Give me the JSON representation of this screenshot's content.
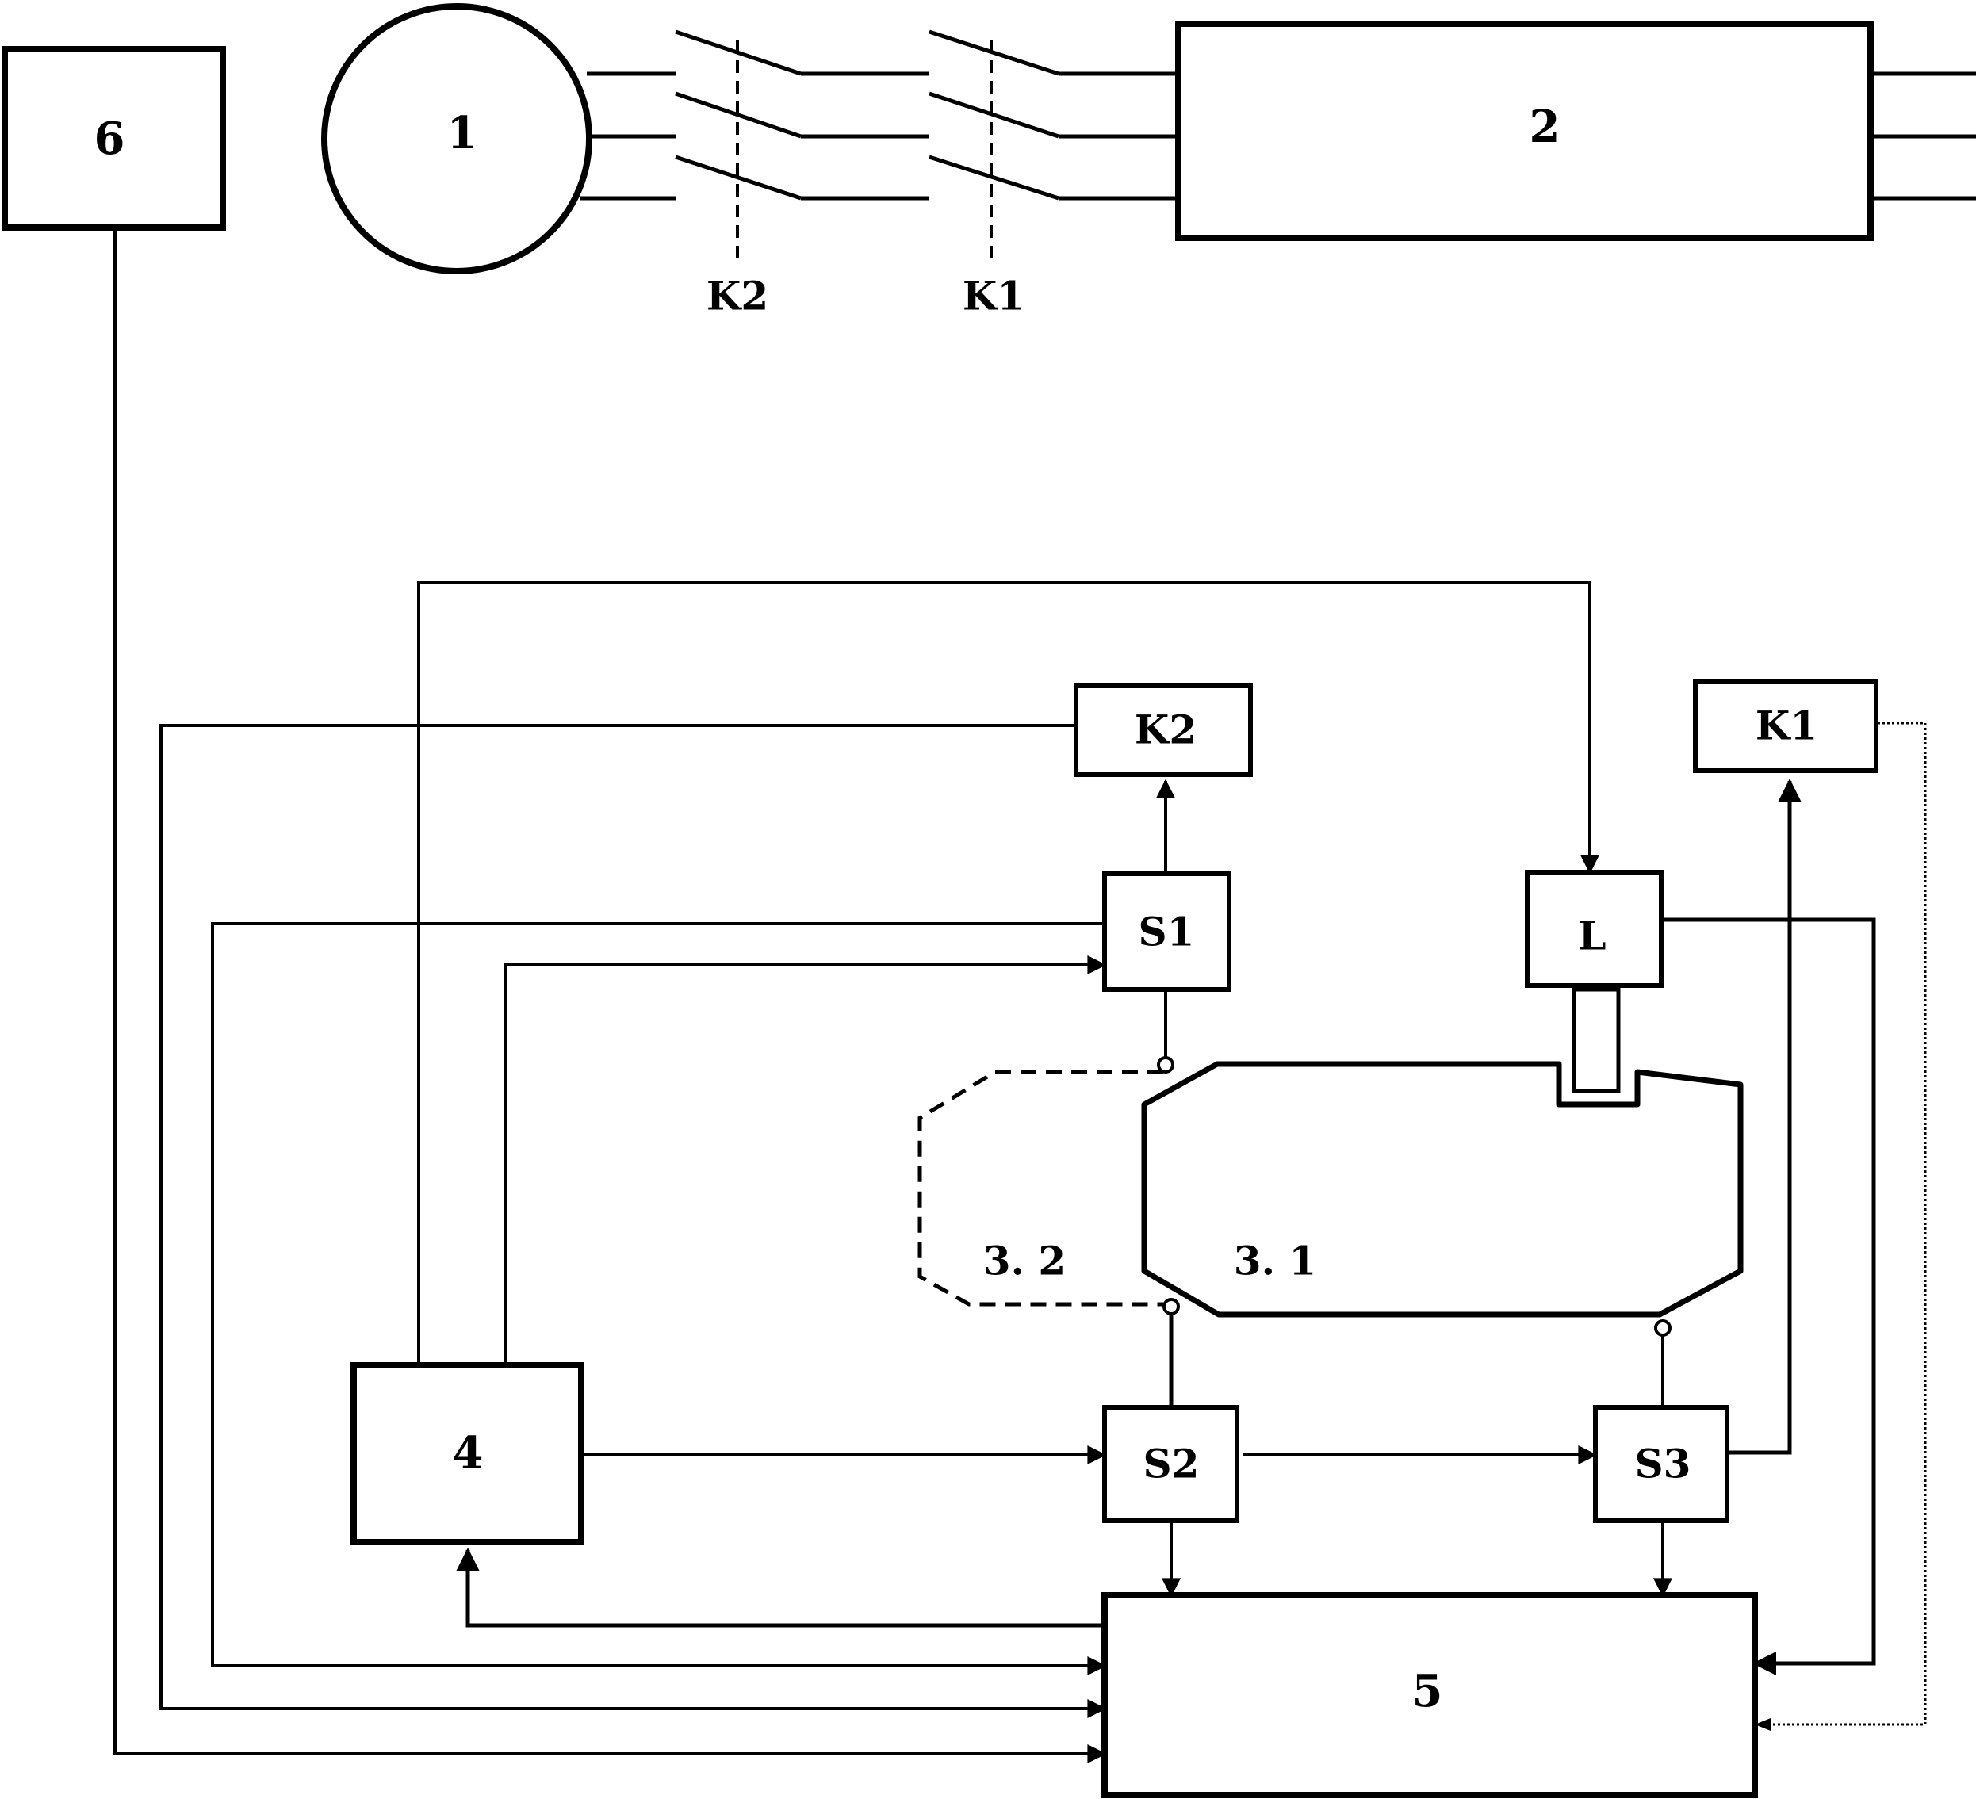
{
  "top_row": {
    "box6_label": "6",
    "motor_label": "1",
    "box2_label": "2",
    "switch_k2_label": "K2",
    "switch_k1_label": "K1"
  },
  "control": {
    "box4_label": "4",
    "box5_label": "5",
    "relay_k2_label": "K2",
    "relay_k1_label": "K1",
    "sensor_s1_label": "S1",
    "sensor_s2_label": "S2",
    "sensor_s3_label": "S3",
    "lock_l_label": "L",
    "door_closed_label": "3. 1",
    "door_open_label": "3. 2"
  }
}
